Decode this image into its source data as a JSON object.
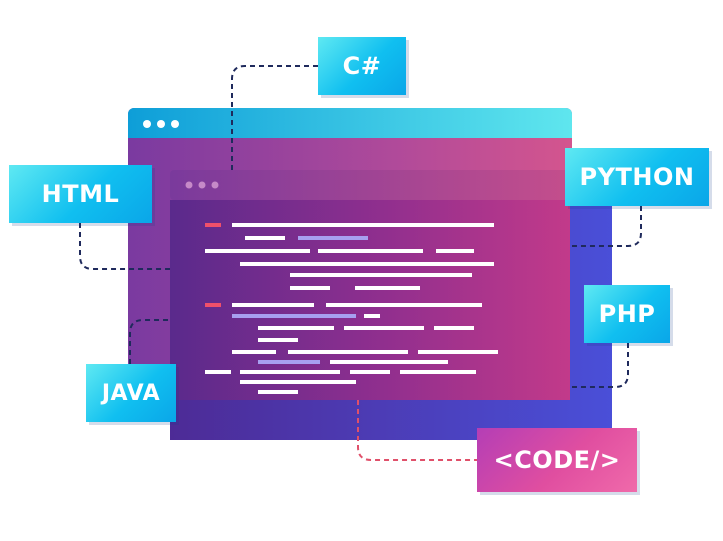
{
  "tags": {
    "cs": "C#",
    "html": "HTML",
    "python": "PYTHON",
    "php": "PHP",
    "java": "JAVA",
    "code": "<CODE/>"
  },
  "colors": {
    "cyan_light": "#5fe9f2",
    "cyan": "#10bff0",
    "purple_dark": "#4a2a8a",
    "magenta": "#c0398a",
    "pink_code": "#e04ea0",
    "connector": "#1f2a5c",
    "connector_pink": "#e0506a"
  }
}
